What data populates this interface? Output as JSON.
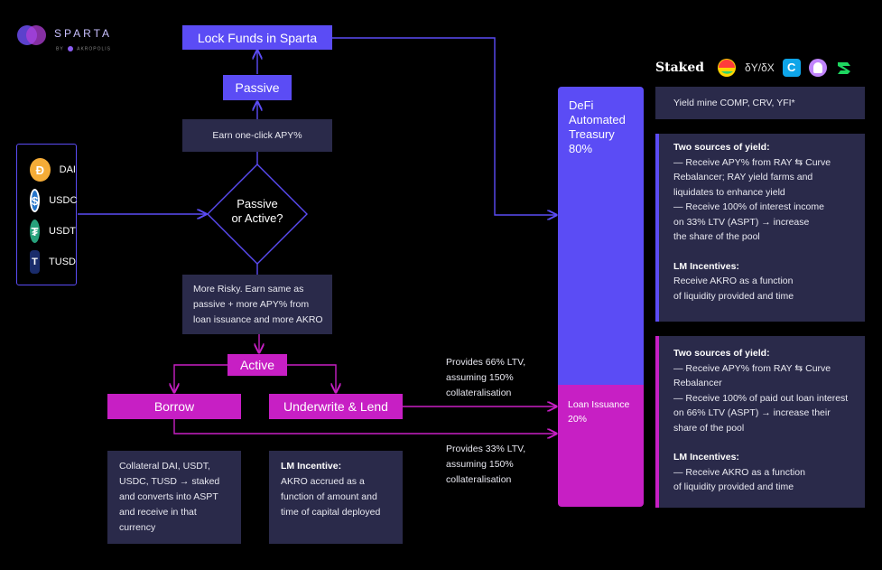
{
  "brand": {
    "name": "SPARTA",
    "by": "BY",
    "partner": "AKROPOLIS"
  },
  "flow": {
    "lock_funds": "Lock Funds in Sparta",
    "passive": "Passive",
    "earn_one_click": "Earn one-click APY%",
    "decision": [
      "Passive",
      "or Active?"
    ],
    "more_risky": "More Risky. Earn same as passive + more APY% from loan issuance and more AKRO",
    "active": "Active",
    "borrow": "Borrow",
    "underwrite": "Underwrite & Lend",
    "ltv_66": "Provides 66% LTV, assuming 150% collateralisation",
    "ltv_33": "Provides 33% LTV, assuming 150% collateralisation",
    "collateral_text": "Collateral DAI, USDT, USDC, TUSD → staked and converts into ASPT and receive in that currency",
    "lm_incentive_title": "LM Incentive:",
    "lm_incentive_text": "AKRO accrued as a function of amount and time of capital deployed"
  },
  "tokens": [
    {
      "name": "DAI",
      "icon": "dai-icon",
      "color": "#f5ac37",
      "glyph": "D"
    },
    {
      "name": "USDC",
      "icon": "usdc-icon",
      "color": "#2775ca",
      "glyph": "$"
    },
    {
      "name": "USDT",
      "icon": "usdt-icon",
      "color": "#26a17b",
      "glyph": "T"
    },
    {
      "name": "TUSD",
      "icon": "tusd-icon",
      "color": "#1a5aff",
      "glyph": "T"
    }
  ],
  "treasury": {
    "defi": [
      "DeFi",
      "Automated",
      "Treasury",
      "80%"
    ],
    "loan": [
      "Loan Issuance",
      "20%"
    ]
  },
  "staked": {
    "label": "Staked",
    "logos": [
      "curve-icon",
      "dydx-icon",
      "compound-icon",
      "aave-ghost-icon",
      "synthetix-icon"
    ],
    "dydx_text": "δY/δX"
  },
  "panels": {
    "yield_mine": "Yield mine COMP, CRV, YFI*",
    "upper": {
      "title": "Two sources of yield:",
      "lines": [
        "— Receive APY% from RAY ⇆ Curve",
        "Rebalancer; RAY yield farms and",
        "liquidates to enhance yield",
        "— Receive 100% of interest income",
        "on 33% LTV (ASPT) → increase",
        "the share of the pool"
      ],
      "lm_title": "LM Incentives:",
      "lm_lines": [
        "Receive AKRO as a function",
        "of liquidity provided and time"
      ]
    },
    "lower": {
      "title": "Two sources of yield:",
      "lines": [
        "— Receive APY% from RAY ⇆ Curve",
        "Rebalancer",
        "— Receive 100% of paid out loan interest",
        "on 66% LTV (ASPT) → increase their",
        "share of the pool"
      ],
      "lm_title": "LM Incentives:",
      "lm_lines": [
        "— Receive AKRO as a function",
        "of liquidity provided and time"
      ]
    }
  },
  "colors": {
    "purple": "#5b4cf5",
    "magenta": "#c71fc4",
    "navy": "#2a2a4a"
  }
}
